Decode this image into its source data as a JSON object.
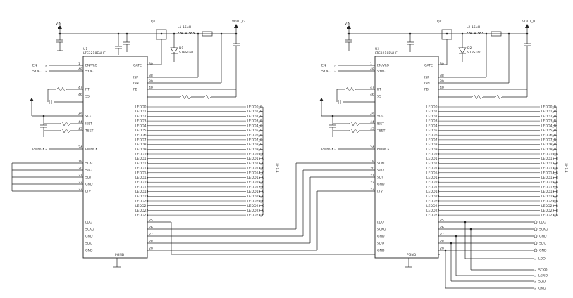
{
  "left": {
    "power": {
      "vin": "VIN",
      "vout": "VOUT_G",
      "transistor": "Q1",
      "inductor": "L1 15uH",
      "diode": "D1",
      "diode_part": "STPS160"
    },
    "chip": {
      "ref": "U1",
      "part": "LTC3218EUHF",
      "left_pins": [
        {
          "pin": "1",
          "name": "EN/VLO"
        },
        {
          "pin": "48",
          "name": "SYNC"
        },
        {
          "pin": "47",
          "name": "RT"
        },
        {
          "pin": "46",
          "name": "SS"
        },
        {
          "pin": "45",
          "name": "VCC"
        },
        {
          "pin": "44",
          "name": "ISET"
        },
        {
          "pin": "43",
          "name": "TSET"
        },
        {
          "pin": "24",
          "name": "PWMCK"
        },
        {
          "pin": "19",
          "name": "SCKI"
        },
        {
          "pin": "20",
          "name": "SAO"
        },
        {
          "pin": "21",
          "name": "SDI"
        },
        {
          "pin": "22",
          "name": "GND"
        },
        {
          "pin": "23",
          "name": "LTV"
        }
      ],
      "right_pins": [
        {
          "pin": "30",
          "name": "GATE"
        },
        {
          "pin": "38",
          "name": "ISP"
        },
        {
          "pin": "39",
          "name": "ISN"
        },
        {
          "pin": "40",
          "name": "FB"
        }
      ],
      "bottom_pins": [
        {
          "pin": "25",
          "name": "LDO"
        },
        {
          "pin": "26",
          "name": "SCKO"
        },
        {
          "pin": "27",
          "name": "GND"
        },
        {
          "pin": "28",
          "name": "SDO"
        },
        {
          "pin": "29",
          "name": "GND"
        }
      ],
      "bottom_label": "PGND"
    },
    "nets": [
      "EN",
      "SYNC",
      "PWMCK"
    ],
    "leds": [
      "LEDO0_G",
      "LEDO1_G",
      "LEDO2_G",
      "LEDO3_G",
      "LEDO4_G",
      "LEDO5_G",
      "LEDO6_G",
      "LEDO7_G",
      "LEDO8_G",
      "LEDO9_G",
      "LEDO10_G",
      "LEDO11_G",
      "LEDO12_G",
      "LEDO13_G",
      "LEDO14_G",
      "LEDO15_G",
      "LEDO16_G",
      "LEDO17_G",
      "LEDO18_G",
      "LEDO19_G",
      "LEDO20_G",
      "LEDO21_G",
      "LEDO22_G",
      "LEDO23_G"
    ],
    "led_bus": "SH1.4"
  },
  "right": {
    "power": {
      "vin": "VIN",
      "vout": "VOUT_B",
      "transistor": "Q2",
      "inductor": "L2 15uH",
      "diode": "D2",
      "diode_part": "STPS160"
    },
    "chip": {
      "ref": "U2",
      "part": "LTC3218EUHF",
      "left_pins": [
        {
          "pin": "1",
          "name": "EN/VLO"
        },
        {
          "pin": "48",
          "name": "SYNC"
        },
        {
          "pin": "47",
          "name": "RT"
        },
        {
          "pin": "46",
          "name": "SS"
        },
        {
          "pin": "45",
          "name": "VCC"
        },
        {
          "pin": "44",
          "name": "ISET"
        },
        {
          "pin": "43",
          "name": "TSET"
        },
        {
          "pin": "24",
          "name": "PWMCK"
        },
        {
          "pin": "19",
          "name": "SCKI"
        },
        {
          "pin": "20",
          "name": "SAO"
        },
        {
          "pin": "21",
          "name": "SDI"
        },
        {
          "pin": "22",
          "name": "GND"
        },
        {
          "pin": "23",
          "name": "LTV"
        }
      ],
      "right_pins": [
        {
          "pin": "30",
          "name": "GATE"
        },
        {
          "pin": "38",
          "name": "ISP"
        },
        {
          "pin": "39",
          "name": "ISN"
        },
        {
          "pin": "40",
          "name": "FB"
        }
      ],
      "bottom_pins": [
        {
          "pin": "25",
          "name": "LDO"
        },
        {
          "pin": "26",
          "name": "SCKO"
        },
        {
          "pin": "27",
          "name": "GND"
        },
        {
          "pin": "28",
          "name": "SDO"
        },
        {
          "pin": "29",
          "name": "GND"
        }
      ],
      "bottom_label": "PGND"
    },
    "nets": [
      "EN",
      "SYNC",
      "PWMCK"
    ],
    "leds": [
      "LEDO0_B",
      "LEDO1_B",
      "LEDO2_B",
      "LEDO3_B",
      "LEDO4_B",
      "LEDO5_B",
      "LEDO6_B",
      "LEDO7_B",
      "LEDO8_B",
      "LEDO9_B",
      "LEDO10_B",
      "LEDO11_B",
      "LEDO12_B",
      "LEDO13_B",
      "LEDO14_B",
      "LEDO15_B",
      "LEDO16_B",
      "LEDO17_B",
      "LEDO18_B",
      "LEDO19_B",
      "LEDO20_B",
      "LEDO21_B",
      "LEDO22_B",
      "LEDO23_B"
    ],
    "led_bus": "SH1.4",
    "outputs": [
      "LDO",
      "SCKO",
      "LGND",
      "SDO",
      "GND"
    ]
  },
  "colors": {
    "wire": "#222222",
    "text": "#333333",
    "background": "#ffffff"
  }
}
